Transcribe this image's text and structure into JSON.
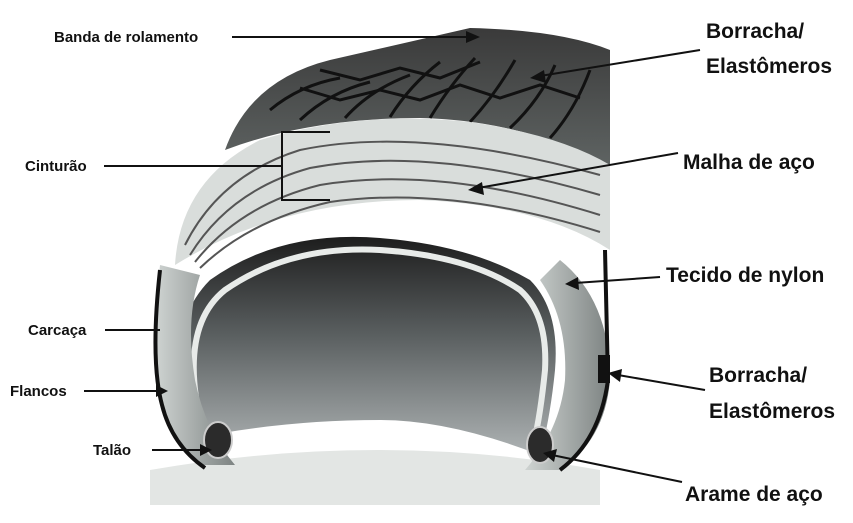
{
  "labels": {
    "tread": "Banda de rolamento",
    "belt": "Cinturão",
    "carcass": "Carcaça",
    "sidewalls": "Flancos",
    "bead": "Talão",
    "rubber_top_line1": "Borracha/",
    "rubber_top_line2": "Elastômeros",
    "steel_mesh": "Malha de aço",
    "nylon_fabric": "Tecido de nylon",
    "rubber_bottom_line1": "Borracha/",
    "rubber_bottom_line2": "Elastômeros",
    "steel_wire": "Arame de aço"
  }
}
